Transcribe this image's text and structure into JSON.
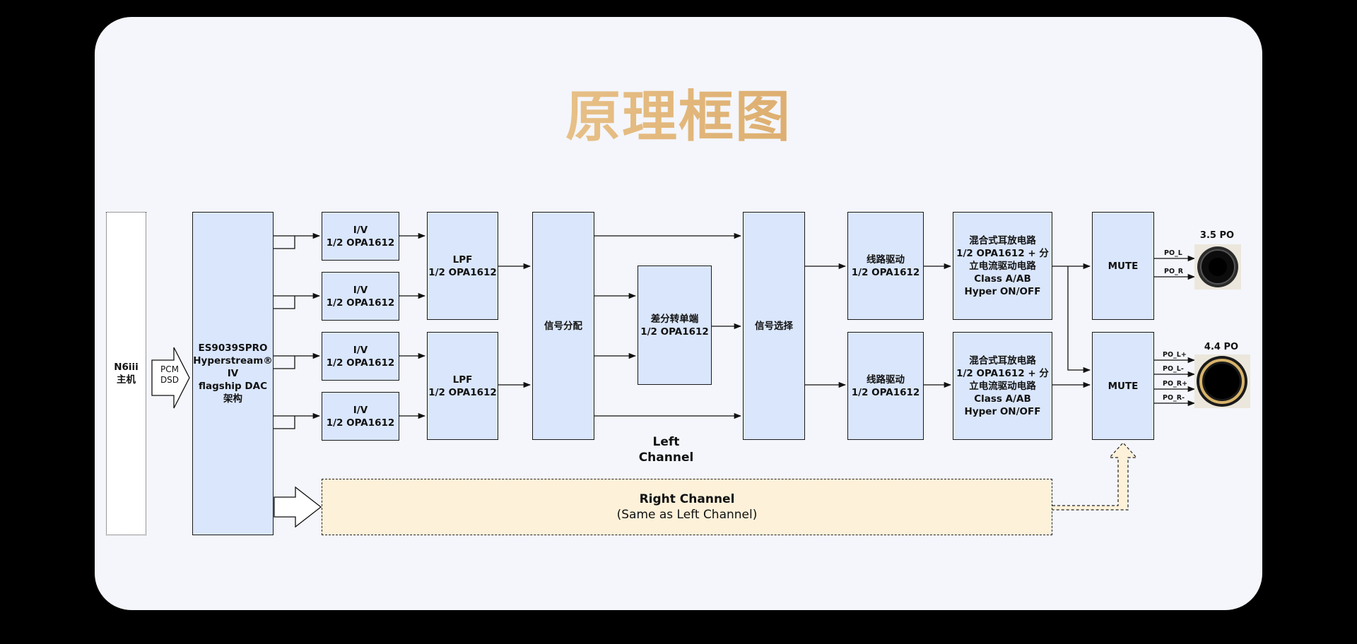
{
  "title": "原理框图",
  "blocks": {
    "host": "N6iii\n主机",
    "pcm_dsd": "PCM\nDSD",
    "dac": "ES9039SPRO\nHyperstream®\nIV\nflagship DAC\n架构",
    "iv1": "I/V\n1/2 OPA1612",
    "iv2": "I/V\n1/2 OPA1612",
    "iv3": "I/V\n1/2 OPA1612",
    "iv4": "I/V\n1/2 OPA1612",
    "lpf1": "LPF\n1/2 OPA1612",
    "lpf2": "LPF\n1/2 OPA1612",
    "distribute": "信号分配",
    "diff": "差分转单端\n1/2 OPA1612",
    "select": "信号选择",
    "line1": "线路驱动\n1/2 OPA1612",
    "line2": "线路驱动\n1/2 OPA1612",
    "amp1": "混合式耳放电路\n1/2 OPA1612 + 分\n立电流驱动电路\nClass A/AB\nHyper ON/OFF",
    "amp2": "混合式耳放电路\n1/2 OPA1612 + 分\n立电流驱动电路\nClass A/AB\nHyper ON/OFF",
    "mute1": "MUTE",
    "mute2": "MUTE"
  },
  "left_channel": "Left\nChannel",
  "right_channel": {
    "title": "Right Channel",
    "subtitle": "(Same as Left Channel)"
  },
  "outputs": {
    "po35_label": "3.5 PO",
    "po44_label": "4.4 PO",
    "po_l": "PO_L",
    "po_r": "PO_R",
    "po_lp": "PO_L+",
    "po_lm": "PO_L-",
    "po_rp": "PO_R+",
    "po_rm": "PO_R-"
  },
  "colors": {
    "block_fill": "#dae6fb",
    "right_channel_fill": "#fdf1d9",
    "title_gold": "#c9903e"
  }
}
